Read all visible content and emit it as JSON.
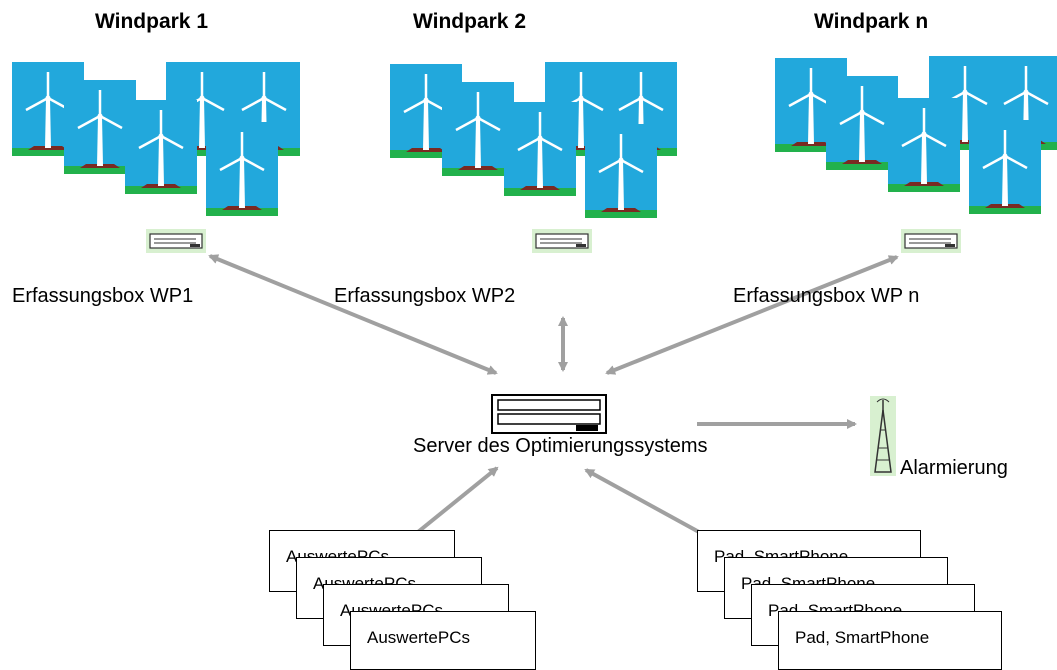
{
  "parks": [
    {
      "title": "Windpark 1",
      "box_label": "Erfassungsbox WP1"
    },
    {
      "title": "Windpark 2",
      "box_label": "Erfassungsbox WP2"
    },
    {
      "title": "Windpark n",
      "box_label": "Erfassungsbox WP n"
    }
  ],
  "server": {
    "label": "Server des Optimierungssystems"
  },
  "alarm": {
    "label": "Alarmierung",
    "icon": "radio-tower-icon"
  },
  "clients_left": {
    "label": "AuswertePCs",
    "count": 4
  },
  "clients_right": {
    "label": "Pad, SmartPhone",
    "count": 4
  },
  "colors": {
    "sky": "#22a8dc",
    "grass": "#22b14c",
    "soil": "#7a2a22",
    "arrow": "#a0a0a0",
    "device_bg": "#d8f0d0"
  }
}
